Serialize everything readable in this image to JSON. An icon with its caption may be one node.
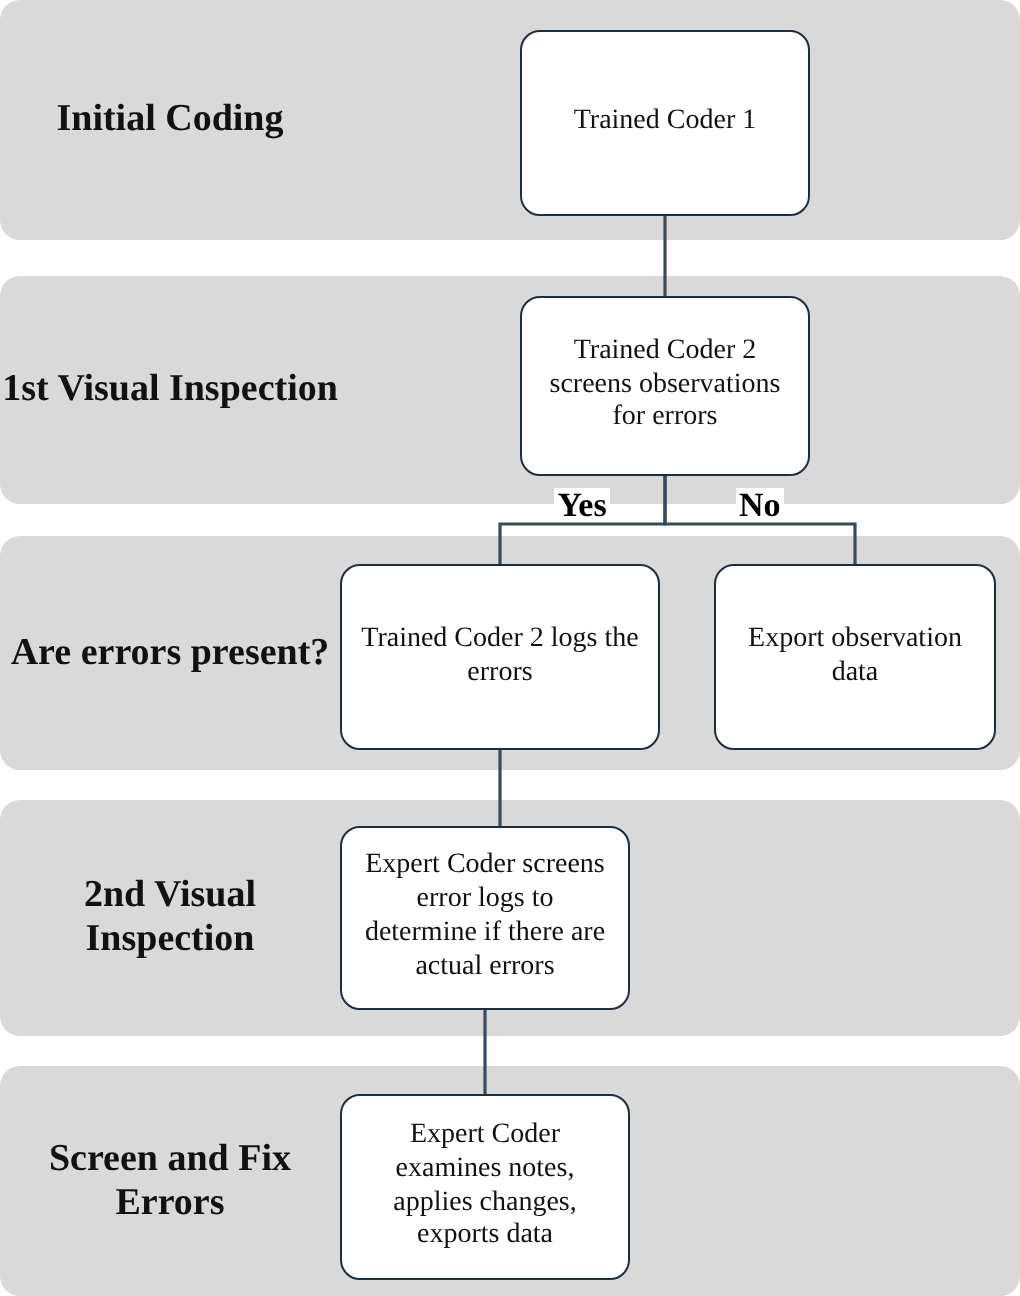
{
  "diagram": {
    "nodes": [
      {
        "text": [
          "Initial Coding"
        ]
      },
      {
        "text": [
          "Trained Coder 1"
        ],
        "in": 0
      },
      {
        "text": [
          "1st Visual Inspection"
        ]
      },
      {
        "text": [
          "Trained Coder 2 screens observations for errors"
        ],
        "in": 2
      },
      {
        "text": [
          "Are errors present?"
        ]
      },
      {
        "text": [
          "Trained Coder 2 logs the errors"
        ],
        "in": 4
      },
      {
        "text": [
          "Export observation data"
        ],
        "in": 4
      },
      {
        "text": [
          "2nd Visual Inspection"
        ]
      },
      {
        "text": [
          "Expert Coder screens error logs to determine if there are actual errors"
        ],
        "in": 7
      },
      {
        "text": [
          "Screen and Fix Errors"
        ]
      },
      {
        "text": [
          "Expert Coder examines notes, applies changes, exports data"
        ],
        "in": 9
      }
    ],
    "edges": [
      {
        "from": 1,
        "to": 3,
        "arrow": "none"
      },
      {
        "from": 3,
        "to": 5,
        "arrow": "none",
        "label": "Yes"
      },
      {
        "from": 3,
        "to": 6,
        "arrow": "none",
        "label": "No"
      },
      {
        "from": 5,
        "to": 8,
        "arrow": "none"
      },
      {
        "from": 8,
        "to": 10,
        "arrow": "none"
      }
    ]
  }
}
